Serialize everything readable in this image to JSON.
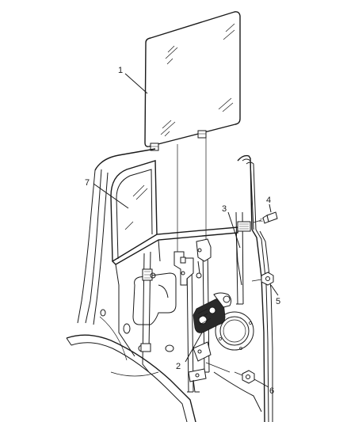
{
  "diagram": {
    "callouts": [
      {
        "id": "callout-1",
        "label": "1"
      },
      {
        "id": "callout-2",
        "label": "2"
      },
      {
        "id": "callout-3",
        "label": "3"
      },
      {
        "id": "callout-4",
        "label": "4"
      },
      {
        "id": "callout-5",
        "label": "5"
      },
      {
        "id": "callout-6",
        "label": "6"
      },
      {
        "id": "callout-7",
        "label": "7"
      }
    ],
    "parts": [
      {
        "id": "1",
        "icon": "door-glass-icon"
      },
      {
        "id": "2",
        "icon": "window-regulator-icon"
      },
      {
        "id": "3",
        "icon": "run-channel-icon"
      },
      {
        "id": "4",
        "icon": "bolt-icon"
      },
      {
        "id": "5",
        "icon": "nut-icon"
      },
      {
        "id": "6",
        "icon": "nut-icon"
      },
      {
        "id": "7",
        "icon": "glass-run-weatherstrip-icon"
      }
    ]
  }
}
